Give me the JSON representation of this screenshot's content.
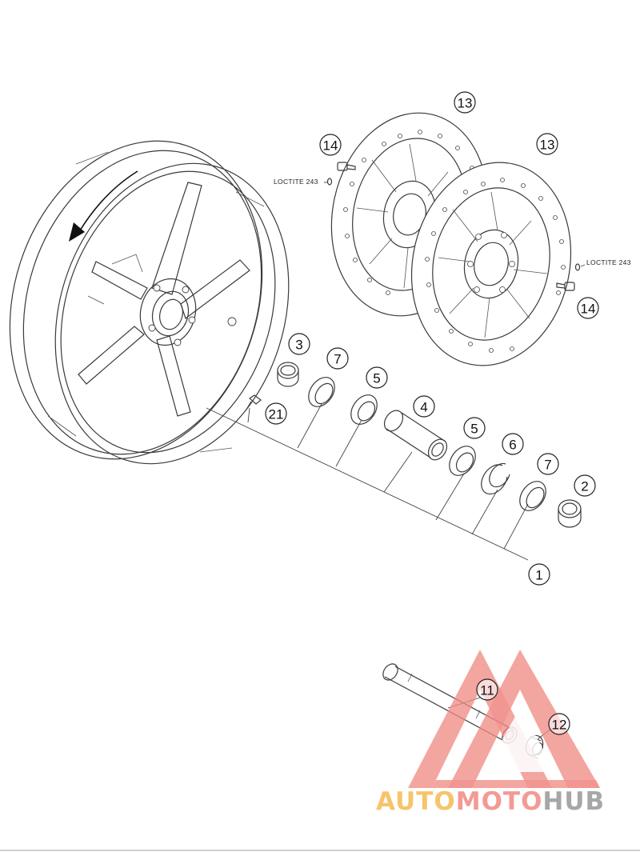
{
  "callouts": [
    {
      "id": "c13a",
      "label": "13"
    },
    {
      "id": "c13b",
      "label": "13"
    },
    {
      "id": "c14a",
      "label": "14"
    },
    {
      "id": "c14b",
      "label": "14"
    },
    {
      "id": "c3",
      "label": "3"
    },
    {
      "id": "c7a",
      "label": "7"
    },
    {
      "id": "c5a",
      "label": "5"
    },
    {
      "id": "c4",
      "label": "4"
    },
    {
      "id": "c5b",
      "label": "5"
    },
    {
      "id": "c6",
      "label": "6"
    },
    {
      "id": "c7b",
      "label": "7"
    },
    {
      "id": "c2",
      "label": "2"
    },
    {
      "id": "c21",
      "label": "21"
    },
    {
      "id": "c1",
      "label": "1"
    },
    {
      "id": "c11",
      "label": "11"
    },
    {
      "id": "c12",
      "label": "12"
    }
  ],
  "notes": {
    "loctite_upper": "LOCTITE 243",
    "loctite_lower": "LOCTITE 243"
  },
  "watermark": {
    "part1": "AUTO",
    "part2": "MOTO",
    "part3": "HUB",
    "colors": {
      "auto": "#f6c46a",
      "moto": "#f39a95",
      "hub": "#a7a7a7",
      "logo": "#f08a84"
    }
  }
}
